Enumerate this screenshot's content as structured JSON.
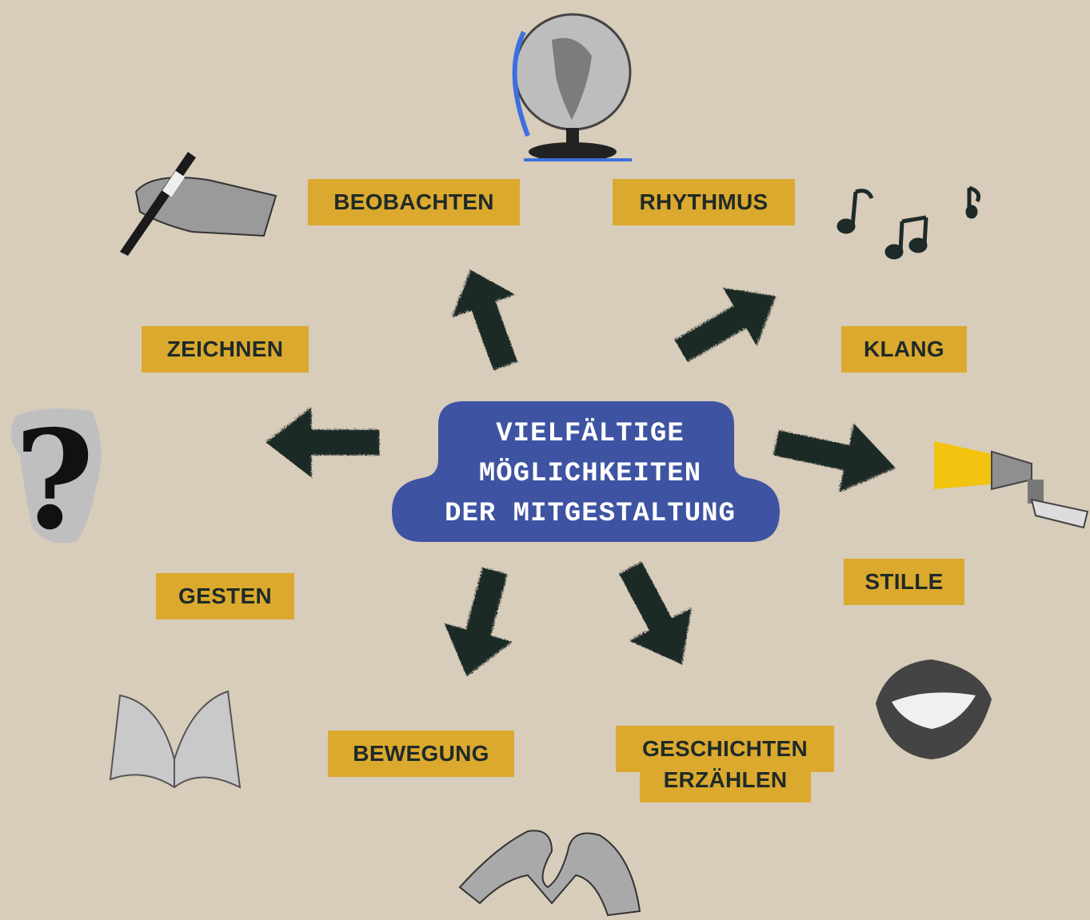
{
  "center": {
    "lines": [
      "VIELFÄLTIGE",
      "MÖGLICHKEITEN",
      "DER MITGESTALTUNG"
    ],
    "bg_color": "#3e54a2"
  },
  "labels": {
    "beobachten": "BEOBACHTEN",
    "rhythmus": "RHYTHMUS",
    "zeichnen": "ZEICHNEN",
    "klang": "KLANG",
    "gesten": "GESTEN",
    "stille": "STILLE",
    "bewegung": "BEWEGUNG",
    "geschichten_line1": "GESCHICHTEN",
    "geschichten_line2": "ERZÄHLEN"
  },
  "icons": [
    "globe-icon",
    "music-notes-icon",
    "hand-with-marker-icon",
    "question-mark-icon",
    "megaphone-icon",
    "lips-icon",
    "open-book-icon",
    "heart-hands-icon"
  ],
  "colors": {
    "background": "#d8ccba",
    "label_bg": "#dba92e",
    "arrow": "#1e2a27",
    "label_text": "#1f2a28"
  }
}
